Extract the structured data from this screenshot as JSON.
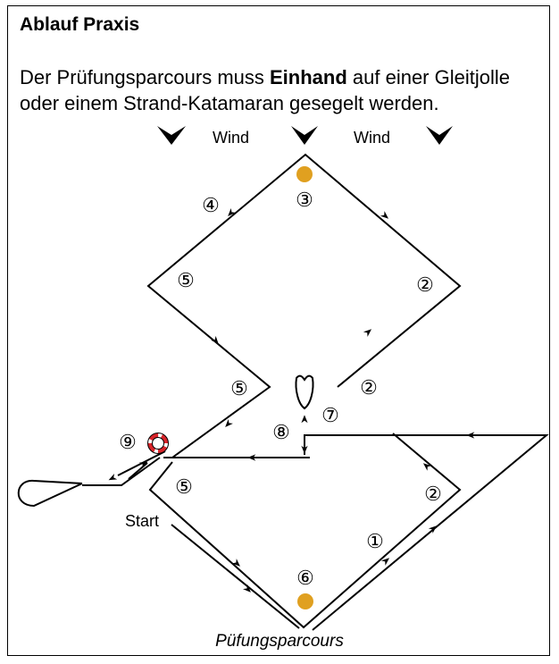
{
  "heading": "Ablauf Praxis",
  "intro": {
    "before": "Der Prüfungsparcours muss ",
    "bold": "Einhand",
    "after": " auf einer Gleitjolle oder einem Strand-Katamaran gesegelt werden."
  },
  "wind_labels": [
    "Wind",
    "Wind"
  ],
  "start_label": "Start",
  "caption": "Püfungsparcours",
  "markers": {
    "m1": "①",
    "m2a": "②",
    "m2b": "②",
    "m2c": "②",
    "m3": "③",
    "m4": "④",
    "m5a": "⑤",
    "m5b": "⑤",
    "m5c": "⑤",
    "m6": "⑥",
    "m7": "⑦",
    "m8": "⑧",
    "m9": "⑨"
  },
  "colors": {
    "buoy": "#E0A020",
    "line": "#000000",
    "lifebuoy": "#D8242A"
  }
}
